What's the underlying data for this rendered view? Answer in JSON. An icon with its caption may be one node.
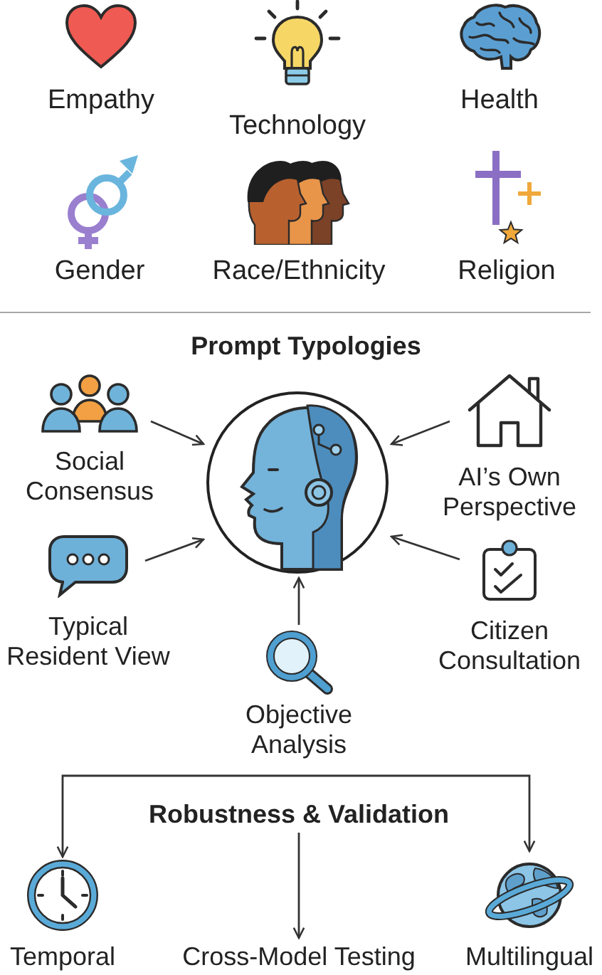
{
  "diagram": {
    "nodes": [
      {
        "text": [
          "Social Consensus"
        ]
      },
      {
        "text": [],
        "shape": "circle"
      },
      {
        "text": [
          "AI’s Own Perspective"
        ]
      },
      {
        "text": [
          "Typical Resident View"
        ]
      },
      {
        "text": [
          "Citizen Consultation"
        ]
      },
      {
        "text": [
          "Objective Analysis"
        ]
      },
      {
        "text": [
          "Robustness & Validation"
        ]
      },
      {
        "text": [
          "Temporal"
        ]
      },
      {
        "text": [
          "Cross-Model Testing"
        ]
      },
      {
        "text": [
          "Multilingual"
        ]
      }
    ],
    "edges": [
      {
        "from": 0,
        "to": 1,
        "arrow": "to"
      },
      {
        "from": 2,
        "to": 1,
        "arrow": "to"
      },
      {
        "from": 3,
        "to": 1,
        "arrow": "to"
      },
      {
        "from": 4,
        "to": 1,
        "arrow": "to"
      },
      {
        "from": 5,
        "to": 1,
        "arrow": "to"
      },
      {
        "from": 6,
        "to": 7,
        "arrow": "to"
      },
      {
        "from": 6,
        "to": 9,
        "arrow": "to"
      },
      {
        "from": 6,
        "to": 8,
        "arrow": "to"
      }
    ],
    "labels": [
      "Empathy",
      "Technology",
      "Health",
      "Gender",
      "Race/Ethnicity",
      "Religion",
      "Prompt Typologies"
    ]
  }
}
